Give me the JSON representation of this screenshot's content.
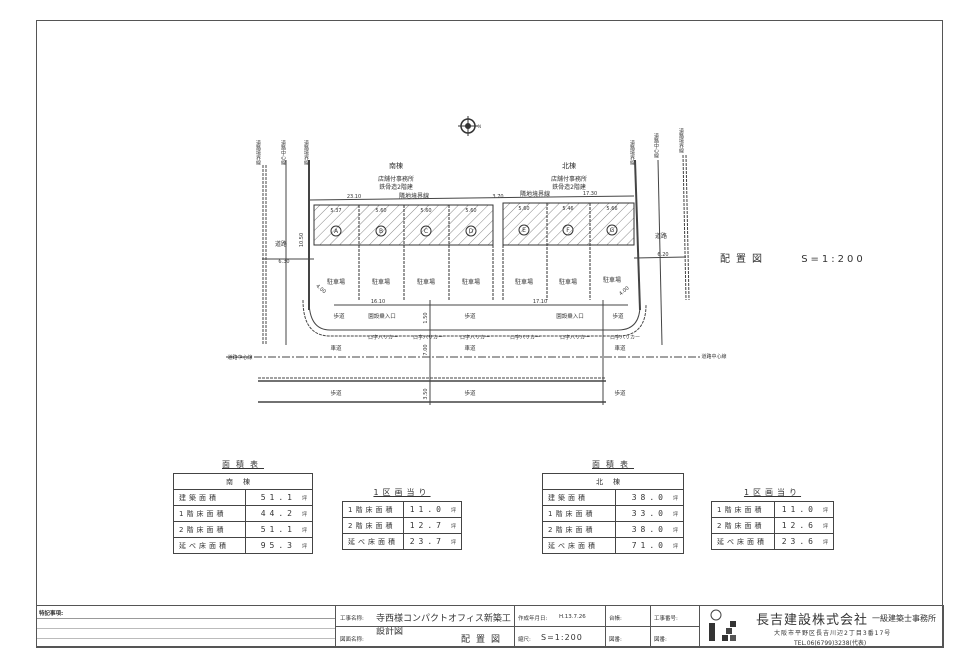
{
  "plan": {
    "title": "配置図",
    "scale": "S=1:200",
    "north_label": "N",
    "south_building": {
      "name": "南棟",
      "use": "店舗付事務所",
      "structure": "鉄骨造2階建"
    },
    "north_building": {
      "name": "北棟",
      "use": "店舗付事務所",
      "structure": "鉄骨造2階建"
    },
    "boundary_label_left": "隣地境界線",
    "boundary_label_right": "隣地境界線",
    "dim_top_left": "23.10",
    "dim_gap": "3.70",
    "dim_top_right": "17.30",
    "dim_left_road": "6.30",
    "dim_right_road": "6.20",
    "dim_left_side": "10.50",
    "dim_parking_left": "16.10",
    "dim_parking_right": "17.10",
    "dim_corner_left": "4.00",
    "dim_corner_right": "4.00",
    "dim_sidewalk": "1.50",
    "dim_carriageway": "7.00",
    "dim_lower_sidewalk": "3.50",
    "unit_dims": [
      "5.37",
      "5.60",
      "5.60",
      "5.60",
      "5.60",
      "5.46",
      "5.66"
    ],
    "units": [
      "A",
      "B",
      "C",
      "D",
      "E",
      "F",
      "G"
    ],
    "parking_label": "駐車場",
    "road_label": "道路",
    "sidewalk_label": "歩道",
    "carriageway_label": "車道",
    "entrance_label": "園設乗入口",
    "barrier_label": "ロ字バリカー",
    "road_center_label": "道路中心線",
    "vertical_labels_left": [
      "道路境界線",
      "道路中心線",
      "道路境界線"
    ],
    "vertical_labels_right": [
      "道路境界線",
      "道路中心線",
      "道路境界線"
    ]
  },
  "tables": {
    "heading": "面積表",
    "per_unit_heading": "1区画当り",
    "unit": "坪",
    "south": {
      "name": "南棟",
      "rows": [
        {
          "label": "建築面積",
          "value": "51.1"
        },
        {
          "label": "1階床面積",
          "value": "44.2"
        },
        {
          "label": "2階床面積",
          "value": "51.1"
        },
        {
          "label": "延べ床面積",
          "value": "95.3"
        }
      ],
      "per_unit": [
        {
          "label": "1階床面積",
          "value": "11.0"
        },
        {
          "label": "2階床面積",
          "value": "12.7"
        },
        {
          "label": "延べ床面積",
          "value": "23.7"
        }
      ]
    },
    "north": {
      "name": "北棟",
      "rows": [
        {
          "label": "建築面積",
          "value": "38.0"
        },
        {
          "label": "1階床面積",
          "value": "33.0"
        },
        {
          "label": "2階床面積",
          "value": "38.0"
        },
        {
          "label": "延べ床面積",
          "value": "71.0"
        }
      ],
      "per_unit": [
        {
          "label": "1階床面積",
          "value": "11.0"
        },
        {
          "label": "2階床面積",
          "value": "12.6"
        },
        {
          "label": "延べ床面積",
          "value": "23.6"
        }
      ]
    }
  },
  "title_block": {
    "notes_label": "特記事項:",
    "project_label": "工事名称:",
    "project_name": "寺西様コンパクトオフィス新築工設計図",
    "drawing_label": "図面名称:",
    "drawing_name": "配置図",
    "date_label": "作成年月日:",
    "date_value": "H.13.7.26",
    "scale_label": "縮尺:",
    "scale_value": "S=1:200",
    "ledger_label": "台帳:",
    "sheet_label": "図番:",
    "work_no_label": "工事番号:",
    "drawing_no_label": "図番:",
    "company_name": "長吉建設株式会社",
    "company_sub": "一級建築士事務所",
    "address": "大阪市平野区長吉川辺2丁目3番17号",
    "tel": "TEL.06(6799)3238(代表)"
  }
}
